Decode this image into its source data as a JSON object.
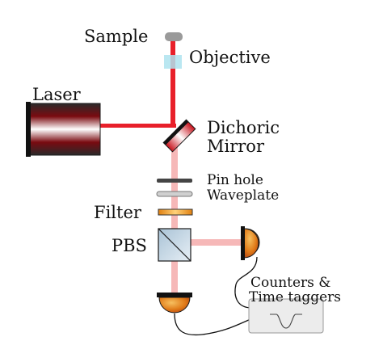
{
  "diagram": {
    "labels": {
      "sample": "Sample",
      "objective": "Objective",
      "laser": "Laser",
      "dichroic_line1": "Dichoric",
      "dichroic_line2": "Mirror",
      "pinhole": "Pin hole",
      "waveplate": "Waveplate",
      "filter": "Filter",
      "pbs": "PBS",
      "counters_line1": "Counters &",
      "counters_line2": "Time taggers"
    },
    "colors": {
      "excitation_beam": "#e8202a",
      "emission_beam": "#f6b8b8",
      "laser_body": "#2a2a2a",
      "laser_core": "#c8101a",
      "objective": "#aee3ee",
      "sample": "#9a9a9a",
      "filter": "#f0a020",
      "pinhole": "#444444",
      "waveplate": "#d0d0d0",
      "pbs": "#c6d8e6",
      "detector": "#e07a18",
      "counter_box": "#ececec"
    }
  }
}
